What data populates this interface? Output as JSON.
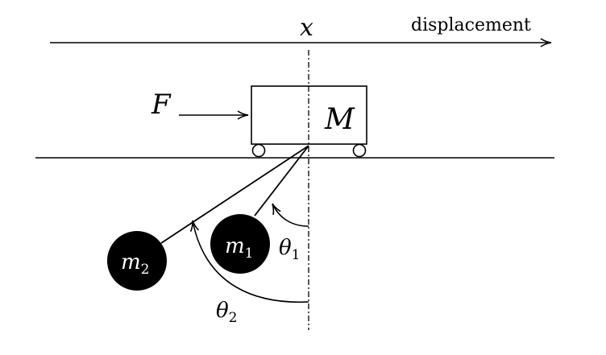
{
  "labels": {
    "x_axis_label": "x",
    "displacement_label": "displacement",
    "force_label": "F",
    "cart_mass_label": "M",
    "mass1_label": "m",
    "mass1_subscript": "1",
    "mass2_label": "m",
    "mass2_subscript": "2",
    "theta1_label": "θ",
    "theta1_subscript": "1",
    "theta2_label": "θ",
    "theta2_subscript": "2"
  },
  "colors": {
    "line": "#000000",
    "bob_fill": "#000000",
    "bob_text": "#ffffff",
    "background": "#ffffff"
  }
}
